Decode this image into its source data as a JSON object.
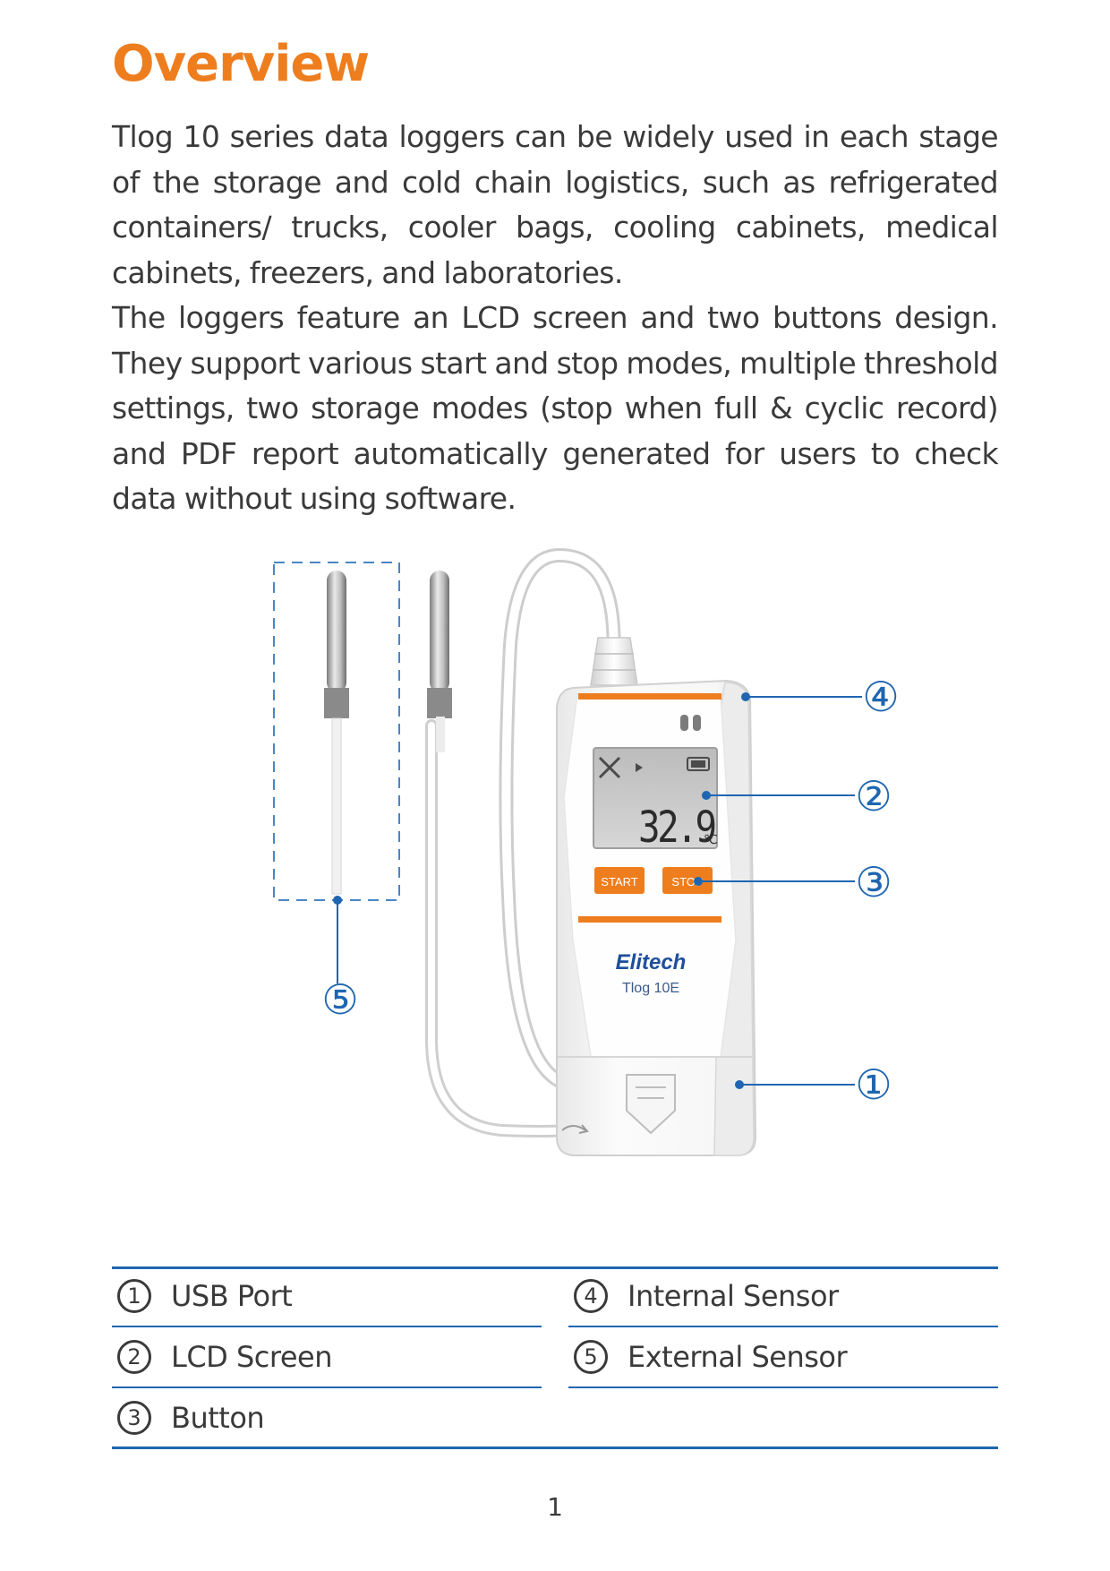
{
  "header": {
    "title": "Overview"
  },
  "intro": {
    "paragraph_1": "Tlog 10 series data loggers can be widely used in each stage of the storage and cold chain logistics, such as refrigerated containers/ trucks, cooler bags, cooling cabinets, medical cabinets, freezers, and laboratories.",
    "paragraph_2": "The loggers feature an LCD screen and two buttons design. They support various start and stop modes, multiple threshold settings, two storage modes (stop when full & cyclic record) and PDF report automatically generated for users to check data without using software."
  },
  "device": {
    "brand": "Elitech",
    "model": "Tlog 10E",
    "lcd_reading": "32.9",
    "lcd_unit": "℃",
    "start_button": "START",
    "stop_button": "STOP"
  },
  "callouts": [
    "④",
    "②",
    "③",
    "①",
    "⑤"
  ],
  "legend": {
    "items": [
      {
        "num": "1",
        "label": "USB Port"
      },
      {
        "num": "2",
        "label": "LCD Screen"
      },
      {
        "num": "3",
        "label": "Button"
      },
      {
        "num": "4",
        "label": "Internal Sensor"
      },
      {
        "num": "5",
        "label": "External Sensor"
      }
    ]
  },
  "footer": {
    "page_number": "1"
  },
  "colors": {
    "accent": "#ee7d1e",
    "line": "#1f66b1"
  }
}
